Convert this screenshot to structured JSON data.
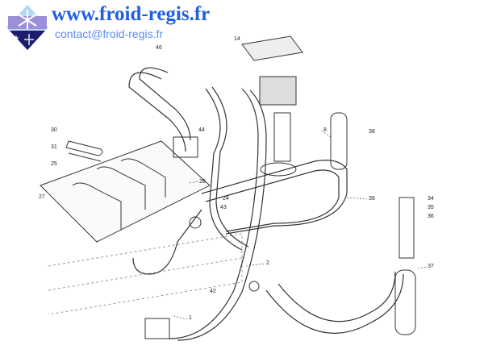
{
  "header": {
    "site_url": "www.froid-regis.fr",
    "contact_email": "contact@froid-regis.fr"
  },
  "diagram": {
    "part_labels": [
      "46",
      "14",
      "30",
      "31",
      "25",
      "27",
      "44",
      "28",
      "24",
      "43",
      "42",
      "8",
      "38",
      "39",
      "34",
      "35",
      "36",
      "37",
      "2",
      "1"
    ]
  }
}
